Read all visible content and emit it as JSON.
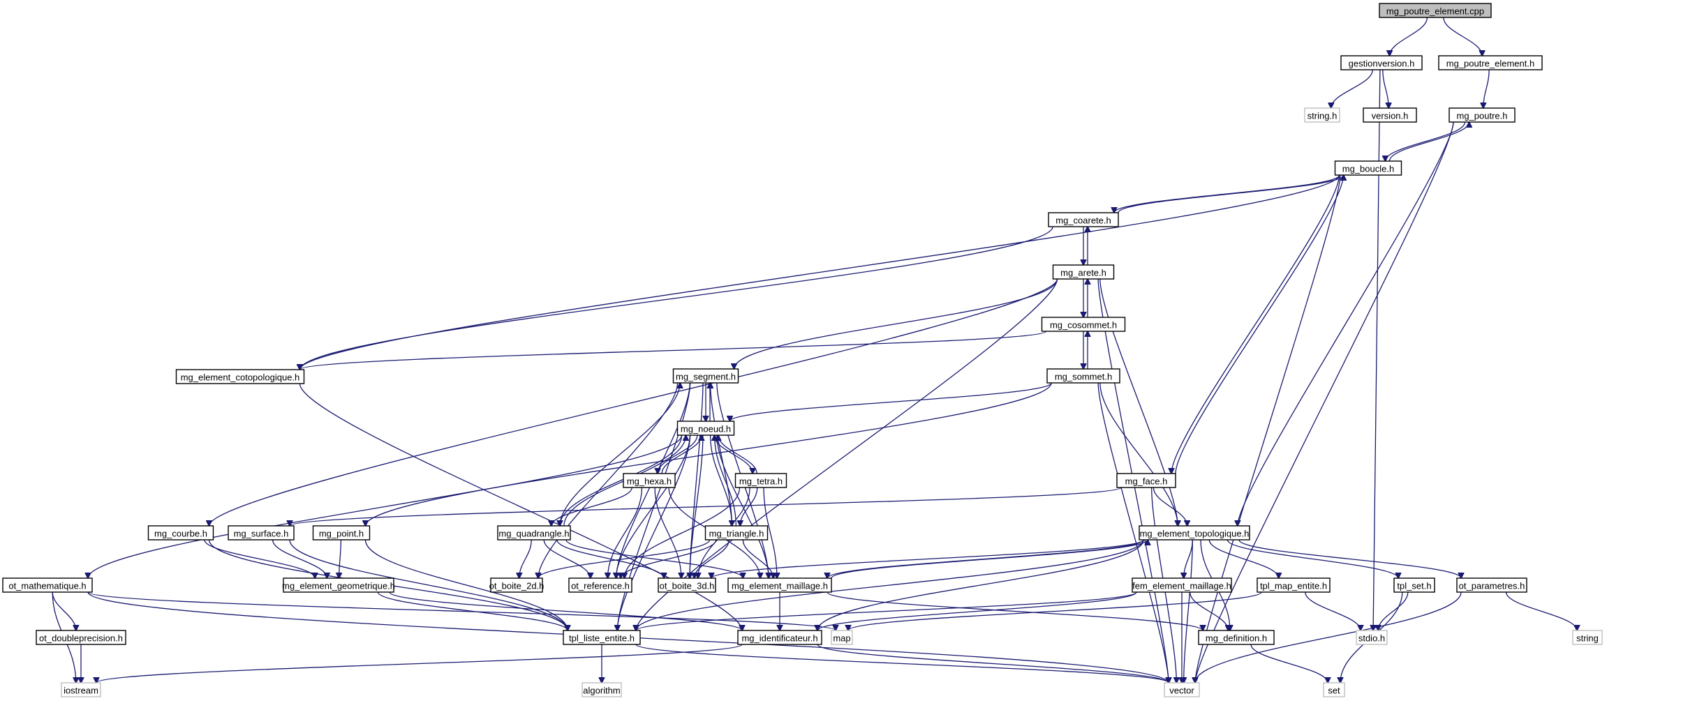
{
  "title": "mg_poutre_element.cpp include dependency graph",
  "colors": {
    "edge": "#191970",
    "root_fill": "#bfbfbf",
    "ext_border": "#bfbfbf",
    "node_border": "#000000"
  },
  "nodes": [
    {
      "id": "root",
      "label": "mg_poutre_element.cpp",
      "kind": "root"
    },
    {
      "id": "gestionversion",
      "label": "gestionversion.h",
      "kind": "local"
    },
    {
      "id": "mg_poutre_element_h",
      "label": "mg_poutre_element.h",
      "kind": "local"
    },
    {
      "id": "string_h",
      "label": "string.h",
      "kind": "ext"
    },
    {
      "id": "version_h",
      "label": "version.h",
      "kind": "local"
    },
    {
      "id": "mg_poutre",
      "label": "mg_poutre.h",
      "kind": "local"
    },
    {
      "id": "mg_boucle",
      "label": "mg_boucle.h",
      "kind": "local"
    },
    {
      "id": "mg_coarete",
      "label": "mg_coarete.h",
      "kind": "local"
    },
    {
      "id": "mg_arete",
      "label": "mg_arete.h",
      "kind": "local"
    },
    {
      "id": "mg_cosommet",
      "label": "mg_cosommet.h",
      "kind": "local"
    },
    {
      "id": "mg_element_cotopologique",
      "label": "mg_element_cotopologique.h",
      "kind": "local"
    },
    {
      "id": "mg_segment",
      "label": "mg_segment.h",
      "kind": "local"
    },
    {
      "id": "mg_sommet",
      "label": "mg_sommet.h",
      "kind": "local"
    },
    {
      "id": "mg_noeud",
      "label": "mg_noeud.h",
      "kind": "local"
    },
    {
      "id": "mg_hexa",
      "label": "mg_hexa.h",
      "kind": "local"
    },
    {
      "id": "mg_tetra",
      "label": "mg_tetra.h",
      "kind": "local"
    },
    {
      "id": "mg_face",
      "label": "mg_face.h",
      "kind": "local"
    },
    {
      "id": "mg_courbe",
      "label": "mg_courbe.h",
      "kind": "local"
    },
    {
      "id": "mg_surface",
      "label": "mg_surface.h",
      "kind": "local"
    },
    {
      "id": "mg_point",
      "label": "mg_point.h",
      "kind": "local"
    },
    {
      "id": "mg_quadrangle",
      "label": "mg_quadrangle.h",
      "kind": "local"
    },
    {
      "id": "mg_triangle",
      "label": "mg_triangle.h",
      "kind": "local"
    },
    {
      "id": "mg_element_topologique",
      "label": "mg_element_topologique.h",
      "kind": "local"
    },
    {
      "id": "ot_mathematique",
      "label": "ot_mathematique.h",
      "kind": "local"
    },
    {
      "id": "mg_element_geometrique",
      "label": "mg_element_geometrique.h",
      "kind": "local"
    },
    {
      "id": "ot_boite_2d",
      "label": "ot_boite_2d.h",
      "kind": "local"
    },
    {
      "id": "ot_reference",
      "label": "ot_reference.h",
      "kind": "local"
    },
    {
      "id": "ot_boite_3d",
      "label": "ot_boite_3d.h",
      "kind": "local"
    },
    {
      "id": "mg_element_maillage",
      "label": "mg_element_maillage.h",
      "kind": "local"
    },
    {
      "id": "fem_element_maillage",
      "label": "fem_element_maillage.h",
      "kind": "local"
    },
    {
      "id": "tpl_map_entite",
      "label": "tpl_map_entite.h",
      "kind": "local"
    },
    {
      "id": "tpl_set",
      "label": "tpl_set.h",
      "kind": "local"
    },
    {
      "id": "ot_parametres",
      "label": "ot_parametres.h",
      "kind": "local"
    },
    {
      "id": "ot_doubleprecision",
      "label": "ot_doubleprecision.h",
      "kind": "local"
    },
    {
      "id": "tpl_liste_entite",
      "label": "tpl_liste_entite.h",
      "kind": "local"
    },
    {
      "id": "mg_identificateur",
      "label": "mg_identificateur.h",
      "kind": "local"
    },
    {
      "id": "map",
      "label": "map",
      "kind": "ext"
    },
    {
      "id": "mg_definition",
      "label": "mg_definition.h",
      "kind": "local"
    },
    {
      "id": "stdio_h",
      "label": "stdio.h",
      "kind": "ext"
    },
    {
      "id": "string",
      "label": "string",
      "kind": "ext"
    },
    {
      "id": "iostream",
      "label": "iostream",
      "kind": "ext"
    },
    {
      "id": "algorithm",
      "label": "algorithm",
      "kind": "ext"
    },
    {
      "id": "vector",
      "label": "vector",
      "kind": "ext"
    },
    {
      "id": "set",
      "label": "set",
      "kind": "ext"
    }
  ],
  "edges": [
    [
      "root",
      "gestionversion"
    ],
    [
      "root",
      "mg_poutre_element_h"
    ],
    [
      "gestionversion",
      "string_h"
    ],
    [
      "gestionversion",
      "version_h"
    ],
    [
      "gestionversion",
      "stdio_h"
    ],
    [
      "mg_poutre_element_h",
      "mg_poutre"
    ],
    [
      "mg_poutre",
      "mg_boucle"
    ],
    [
      "mg_poutre",
      "mg_element_topologique"
    ],
    [
      "mg_poutre",
      "vector"
    ],
    [
      "mg_boucle",
      "mg_poutre"
    ],
    [
      "mg_boucle",
      "mg_coarete"
    ],
    [
      "mg_boucle",
      "mg_element_cotopologique"
    ],
    [
      "mg_boucle",
      "mg_face"
    ],
    [
      "mg_boucle",
      "vector"
    ],
    [
      "mg_coarete",
      "mg_boucle"
    ],
    [
      "mg_coarete",
      "mg_arete"
    ],
    [
      "mg_coarete",
      "mg_element_cotopologique"
    ],
    [
      "mg_arete",
      "mg_coarete"
    ],
    [
      "mg_arete",
      "mg_cosommet"
    ],
    [
      "mg_arete",
      "mg_segment"
    ],
    [
      "mg_arete",
      "mg_courbe"
    ],
    [
      "mg_arete",
      "mg_element_topologique"
    ],
    [
      "mg_arete",
      "tpl_liste_entite"
    ],
    [
      "mg_arete",
      "vector"
    ],
    [
      "mg_cosommet",
      "mg_arete"
    ],
    [
      "mg_cosommet",
      "mg_sommet"
    ],
    [
      "mg_cosommet",
      "mg_element_cotopologique"
    ],
    [
      "mg_sommet",
      "mg_cosommet"
    ],
    [
      "mg_sommet",
      "mg_noeud"
    ],
    [
      "mg_sommet",
      "mg_point"
    ],
    [
      "mg_sommet",
      "mg_element_topologique"
    ],
    [
      "mg_sommet",
      "vector"
    ],
    [
      "mg_element_cotopologique",
      "mg_identificateur"
    ],
    [
      "mg_segment",
      "mg_noeud"
    ],
    [
      "mg_segment",
      "ot_boite_2d"
    ],
    [
      "mg_segment",
      "ot_reference"
    ],
    [
      "mg_segment",
      "ot_boite_3d"
    ],
    [
      "mg_segment",
      "mg_element_maillage"
    ],
    [
      "mg_segment",
      "tpl_liste_entite"
    ],
    [
      "mg_noeud",
      "mg_segment"
    ],
    [
      "mg_noeud",
      "mg_hexa"
    ],
    [
      "mg_noeud",
      "mg_tetra"
    ],
    [
      "mg_noeud",
      "mg_triangle"
    ],
    [
      "mg_noeud",
      "mg_quadrangle"
    ],
    [
      "mg_noeud",
      "ot_mathematique"
    ],
    [
      "mg_noeud",
      "ot_reference"
    ],
    [
      "mg_noeud",
      "ot_boite_3d"
    ],
    [
      "mg_noeud",
      "mg_element_maillage"
    ],
    [
      "mg_noeud",
      "tpl_liste_entite"
    ],
    [
      "mg_hexa",
      "mg_noeud"
    ],
    [
      "mg_hexa",
      "mg_quadrangle"
    ],
    [
      "mg_hexa",
      "ot_reference"
    ],
    [
      "mg_hexa",
      "ot_boite_3d"
    ],
    [
      "mg_hexa",
      "mg_element_maillage"
    ],
    [
      "mg_tetra",
      "mg_noeud"
    ],
    [
      "mg_tetra",
      "mg_triangle"
    ],
    [
      "mg_tetra",
      "ot_reference"
    ],
    [
      "mg_tetra",
      "ot_boite_3d"
    ],
    [
      "mg_tetra",
      "mg_element_maillage"
    ],
    [
      "mg_quadrangle",
      "mg_noeud"
    ],
    [
      "mg_quadrangle",
      "mg_segment"
    ],
    [
      "mg_quadrangle",
      "ot_boite_2d"
    ],
    [
      "mg_quadrangle",
      "ot_reference"
    ],
    [
      "mg_quadrangle",
      "ot_boite_3d"
    ],
    [
      "mg_quadrangle",
      "mg_element_maillage"
    ],
    [
      "mg_triangle",
      "mg_noeud"
    ],
    [
      "mg_triangle",
      "mg_segment"
    ],
    [
      "mg_triangle",
      "ot_boite_2d"
    ],
    [
      "mg_triangle",
      "ot_reference"
    ],
    [
      "mg_triangle",
      "ot_boite_3d"
    ],
    [
      "mg_triangle",
      "mg_element_maillage"
    ],
    [
      "mg_face",
      "mg_boucle"
    ],
    [
      "mg_face",
      "mg_surface"
    ],
    [
      "mg_face",
      "mg_element_topologique"
    ],
    [
      "mg_face",
      "vector"
    ],
    [
      "mg_courbe",
      "mg_element_geometrique"
    ],
    [
      "mg_courbe",
      "tpl_liste_entite"
    ],
    [
      "mg_surface",
      "mg_element_geometrique"
    ],
    [
      "mg_surface",
      "tpl_liste_entite"
    ],
    [
      "mg_point",
      "mg_element_geometrique"
    ],
    [
      "mg_point",
      "tpl_liste_entite"
    ],
    [
      "mg_element_geometrique",
      "tpl_liste_entite"
    ],
    [
      "mg_element_geometrique",
      "mg_identificateur"
    ],
    [
      "mg_element_topologique",
      "mg_element_maillage"
    ],
    [
      "mg_element_topologique",
      "ot_boite_3d"
    ],
    [
      "mg_element_topologique",
      "fem_element_maillage"
    ],
    [
      "mg_element_topologique",
      "tpl_map_entite"
    ],
    [
      "mg_element_topologique",
      "tpl_set"
    ],
    [
      "mg_element_topologique",
      "ot_parametres"
    ],
    [
      "mg_element_topologique",
      "mg_definition"
    ],
    [
      "mg_element_topologique",
      "mg_identificateur"
    ],
    [
      "mg_element_topologique",
      "tpl_liste_entite"
    ],
    [
      "mg_element_topologique",
      "vector"
    ],
    [
      "mg_element_maillage",
      "mg_element_topologique"
    ],
    [
      "mg_element_maillage",
      "mg_identificateur"
    ],
    [
      "mg_element_maillage",
      "mg_definition"
    ],
    [
      "fem_element_maillage",
      "mg_identificateur"
    ],
    [
      "fem_element_maillage",
      "tpl_liste_entite"
    ],
    [
      "fem_element_maillage",
      "mg_definition"
    ],
    [
      "fem_element_maillage",
      "vector"
    ],
    [
      "tpl_map_entite",
      "map"
    ],
    [
      "tpl_map_entite",
      "stdio_h"
    ],
    [
      "tpl_set",
      "stdio_h"
    ],
    [
      "tpl_set",
      "set"
    ],
    [
      "ot_parametres",
      "string"
    ],
    [
      "ot_parametres",
      "vector"
    ],
    [
      "ot_mathematique",
      "ot_doubleprecision"
    ],
    [
      "ot_mathematique",
      "iostream"
    ],
    [
      "ot_mathematique",
      "vector"
    ],
    [
      "ot_mathematique",
      "map"
    ],
    [
      "ot_doubleprecision",
      "iostream"
    ],
    [
      "tpl_liste_entite",
      "algorithm"
    ],
    [
      "tpl_liste_entite",
      "vector"
    ],
    [
      "mg_identificateur",
      "iostream"
    ],
    [
      "mg_identificateur",
      "vector"
    ],
    [
      "mg_definition",
      "set"
    ]
  ]
}
